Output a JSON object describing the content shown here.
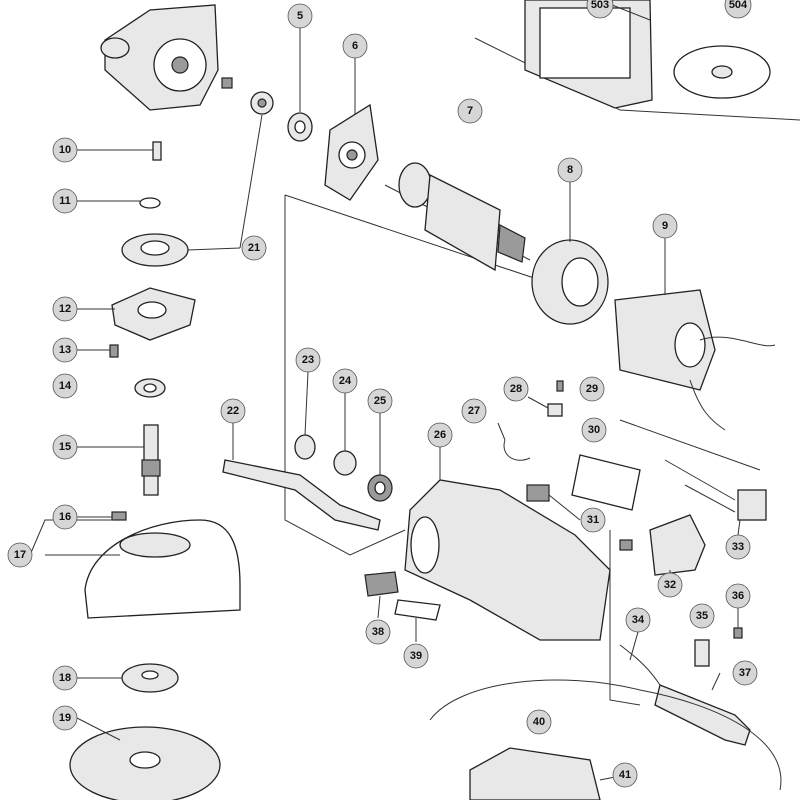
{
  "callouts": [
    {
      "id": "5",
      "label": "5"
    },
    {
      "id": "6",
      "label": "6"
    },
    {
      "id": "7",
      "label": "7"
    },
    {
      "id": "8",
      "label": "8"
    },
    {
      "id": "9",
      "label": "9"
    },
    {
      "id": "10",
      "label": "10"
    },
    {
      "id": "11",
      "label": "11"
    },
    {
      "id": "12",
      "label": "12"
    },
    {
      "id": "13",
      "label": "13"
    },
    {
      "id": "14",
      "label": "14"
    },
    {
      "id": "15",
      "label": "15"
    },
    {
      "id": "16",
      "label": "16"
    },
    {
      "id": "17",
      "label": "17"
    },
    {
      "id": "18",
      "label": "18"
    },
    {
      "id": "19",
      "label": "19"
    },
    {
      "id": "21",
      "label": "21"
    },
    {
      "id": "22",
      "label": "22"
    },
    {
      "id": "23",
      "label": "23"
    },
    {
      "id": "24",
      "label": "24"
    },
    {
      "id": "25",
      "label": "25"
    },
    {
      "id": "26",
      "label": "26"
    },
    {
      "id": "27",
      "label": "27"
    },
    {
      "id": "28",
      "label": "28"
    },
    {
      "id": "29",
      "label": "29"
    },
    {
      "id": "30",
      "label": "30"
    },
    {
      "id": "31",
      "label": "31"
    },
    {
      "id": "32",
      "label": "32"
    },
    {
      "id": "33",
      "label": "33"
    },
    {
      "id": "34",
      "label": "34"
    },
    {
      "id": "35",
      "label": "35"
    },
    {
      "id": "36",
      "label": "36"
    },
    {
      "id": "37",
      "label": "37"
    },
    {
      "id": "38",
      "label": "38"
    },
    {
      "id": "39",
      "label": "39"
    },
    {
      "id": "40",
      "label": "40"
    },
    {
      "id": "41",
      "label": "41"
    },
    {
      "id": "503",
      "label": "503"
    },
    {
      "id": "504",
      "label": "504"
    }
  ]
}
